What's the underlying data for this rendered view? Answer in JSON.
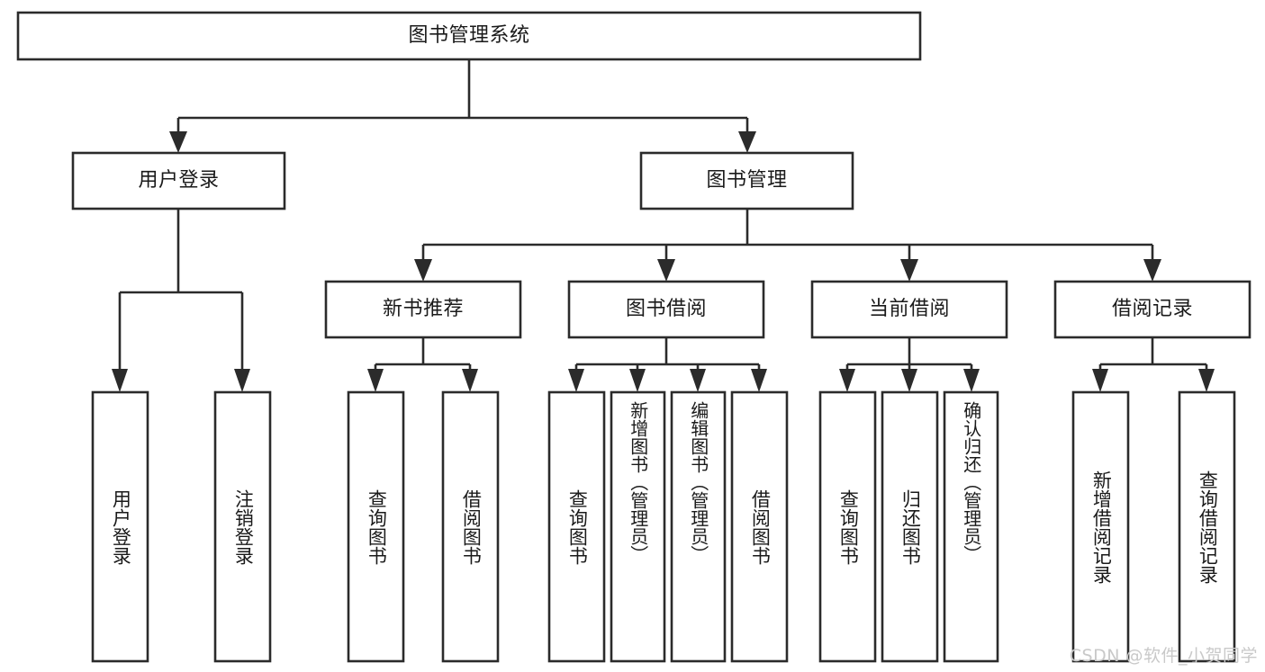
{
  "diagram": {
    "type": "tree",
    "title": "图书管理系统",
    "orientation": "top-down",
    "colors": {
      "box_stroke": "#2b2b2b",
      "box_fill": "#ffffff",
      "text": "#1a1a1a",
      "background": "#ffffff",
      "watermark": "#c9c9c9"
    },
    "root": {
      "label": "图书管理系统"
    },
    "level2": [
      {
        "label": "用户登录"
      },
      {
        "label": "图书管理"
      }
    ],
    "level3": [
      {
        "label": "新书推荐"
      },
      {
        "label": "图书借阅"
      },
      {
        "label": "当前借阅"
      },
      {
        "label": "借阅记录"
      }
    ],
    "leaves": [
      {
        "label": "用户登录",
        "parent": "用户登录"
      },
      {
        "label": "注销登录",
        "parent": "用户登录"
      },
      {
        "label": "查询图书",
        "parent": "新书推荐"
      },
      {
        "label": "借阅图书",
        "parent": "新书推荐"
      },
      {
        "label": "查询图书",
        "parent": "图书借阅"
      },
      {
        "label": "新增图书（管理员）",
        "parent": "图书借阅"
      },
      {
        "label": "编辑图书（管理员）",
        "parent": "图书借阅"
      },
      {
        "label": "借阅图书",
        "parent": "图书借阅"
      },
      {
        "label": "查询图书",
        "parent": "当前借阅"
      },
      {
        "label": "归还图书",
        "parent": "当前借阅"
      },
      {
        "label": "确认归还（管理员）",
        "parent": "当前借阅"
      },
      {
        "label": "新增借阅记录",
        "parent": "借阅记录"
      },
      {
        "label": "查询借阅记录",
        "parent": "借阅记录"
      }
    ]
  },
  "watermark": {
    "text": "CSDN @软件_小贺同学"
  }
}
